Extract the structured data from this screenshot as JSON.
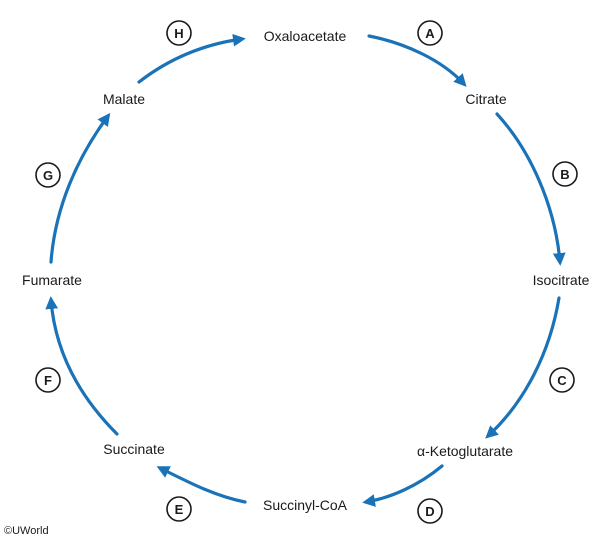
{
  "colors": {
    "arrow": "#1a73b8",
    "text": "#1a1a1a",
    "background": "#ffffff"
  },
  "metabolites": {
    "oxaloacetate": "Oxaloacetate",
    "citrate": "Citrate",
    "isocitrate": "Isocitrate",
    "alpha_ketoglutarate": "α-Ketoglutarate",
    "succinyl_coa": "Succinyl-CoA",
    "succinate": "Succinate",
    "fumarate": "Fumarate",
    "malate": "Malate"
  },
  "steps": {
    "a": "A",
    "b": "B",
    "c": "C",
    "d": "D",
    "e": "E",
    "f": "F",
    "g": "G",
    "h": "H"
  },
  "copyright": "©UWorld"
}
